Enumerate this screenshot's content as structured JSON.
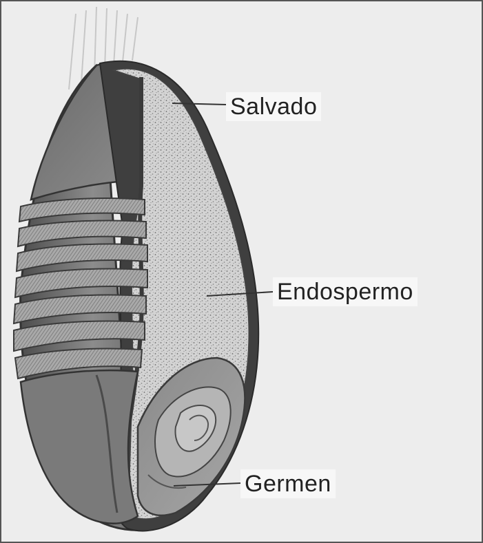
{
  "labels": {
    "salvado": "Salvado",
    "endospermo": "Endospermo",
    "germen": "Germen"
  },
  "colors": {
    "background": "#ededed",
    "outline": "#3a3a3a",
    "endosperm_fill": "#cfcfcf",
    "husk_dark": "#5e5e5e",
    "husk_light": "#9a9a9a"
  }
}
